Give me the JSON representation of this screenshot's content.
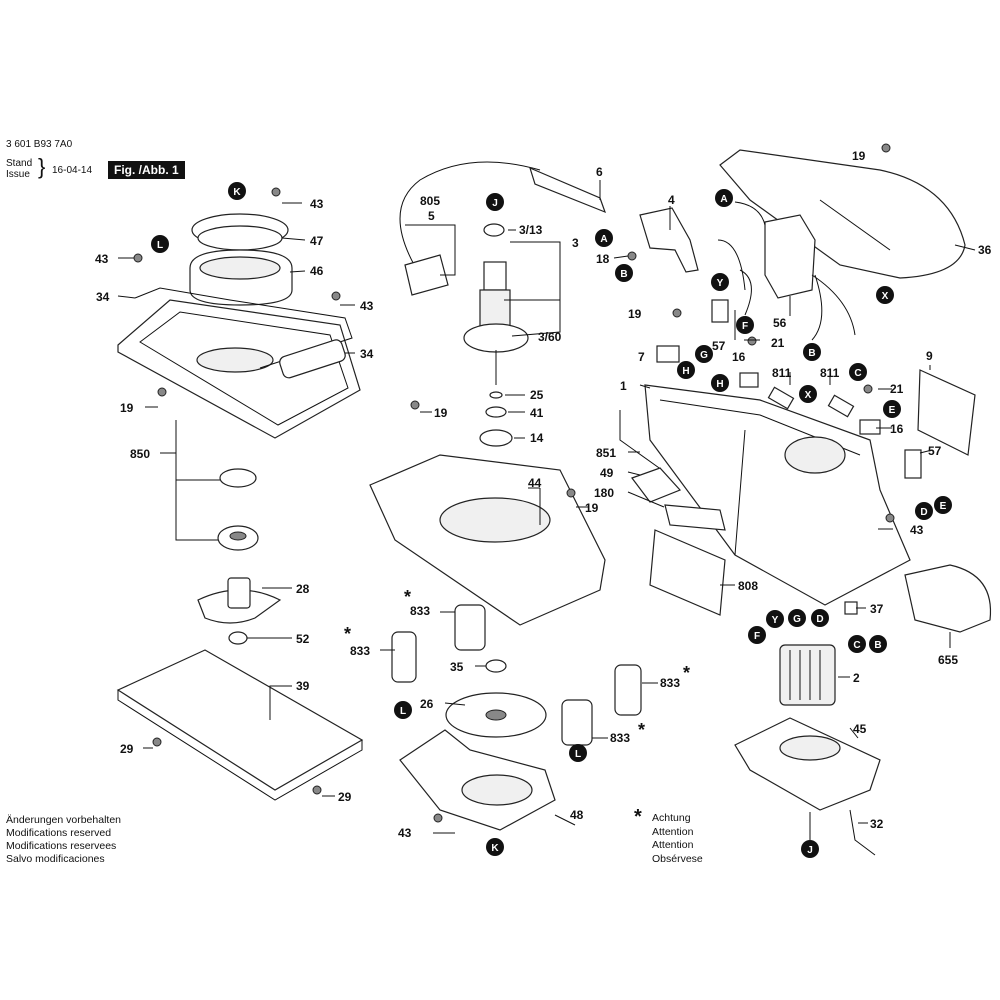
{
  "header": {
    "doc_number": "3 601 B93 7A0",
    "stand_label": "Stand",
    "issue_label": "Issue",
    "date": "16-04-14",
    "figure_label": "Fig. /Abb. 1"
  },
  "footer": {
    "lines": [
      "Änderungen vorbehalten",
      "Modifications reserved",
      "Modifications reservees",
      "Salvo modificaciones"
    ]
  },
  "attention": {
    "symbol": "*",
    "lines": [
      "Achtung",
      "Attention",
      "Attention",
      "Obsérvese"
    ]
  },
  "part_labels": [
    "3",
    "3/13",
    "3/60",
    "6",
    "805",
    "5",
    "4",
    "18",
    "19",
    "36",
    "43",
    "47",
    "46",
    "34",
    "850",
    "28",
    "52",
    "39",
    "29",
    "44",
    "25",
    "41",
    "14",
    "833",
    "35",
    "26",
    "48",
    "56",
    "57",
    "16",
    "21",
    "811",
    "9",
    "1",
    "851",
    "49",
    "180",
    "808",
    "37",
    "655",
    "2",
    "45",
    "32",
    "7"
  ],
  "reference_marks": [
    "A",
    "B",
    "C",
    "D",
    "E",
    "F",
    "G",
    "H",
    "J",
    "K",
    "L",
    "X",
    "Y"
  ]
}
